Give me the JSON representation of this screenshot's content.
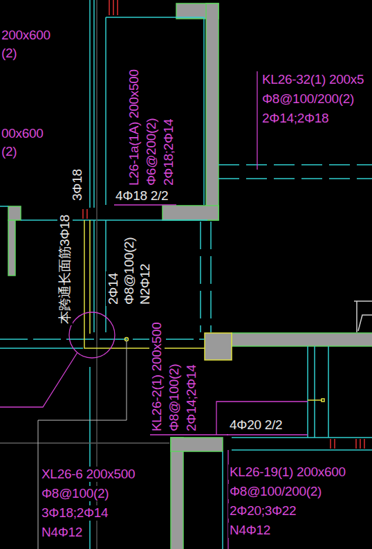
{
  "diagram": {
    "labels": [
      "200x600",
      "(2)",
      "00x600",
      "(2)",
      "KL26-32(1) 200x5",
      "Φ8@100/200(2)",
      "2Φ14;2Φ18",
      "L26-1a(1A) 200x500",
      "Φ6@200(2)",
      "2Φ18;2Φ14",
      "3Φ18",
      "4Φ18 2/2",
      "本跨通长面筋3Φ18",
      "2Φ14",
      "Φ8@100(2)",
      "N2Φ12",
      "KL26-2(1) 200x500",
      "Φ8@100(2)",
      "2Φ14;2Φ14",
      "4Φ20 2/2",
      "XL26-6 200x500",
      "Φ8@100(2)",
      "3Φ18;2Φ14",
      "N4Φ12",
      "KL26-19(1) 200x600",
      "Φ8@100/200(2)",
      "2Φ20;3Φ22",
      "N4Φ12"
    ]
  }
}
